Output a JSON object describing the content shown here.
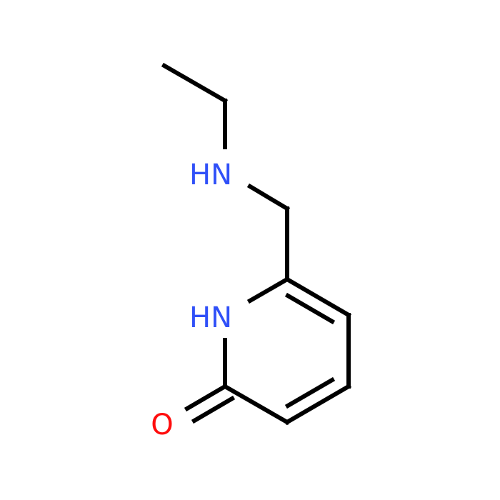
{
  "colors": {
    "background": "#ffffff",
    "bond": "#000000",
    "nitrogen": "#3050F8",
    "oxygen": "#FF0D0D"
  },
  "atoms": {
    "amine_nh": {
      "label": "HN",
      "element": "N",
      "color": "#3050F8"
    },
    "ring_nh": {
      "label": "HN",
      "element": "N",
      "color": "#3050F8"
    },
    "carbonyl_o": {
      "label": "O",
      "element": "O",
      "color": "#FF0D0D"
    }
  }
}
